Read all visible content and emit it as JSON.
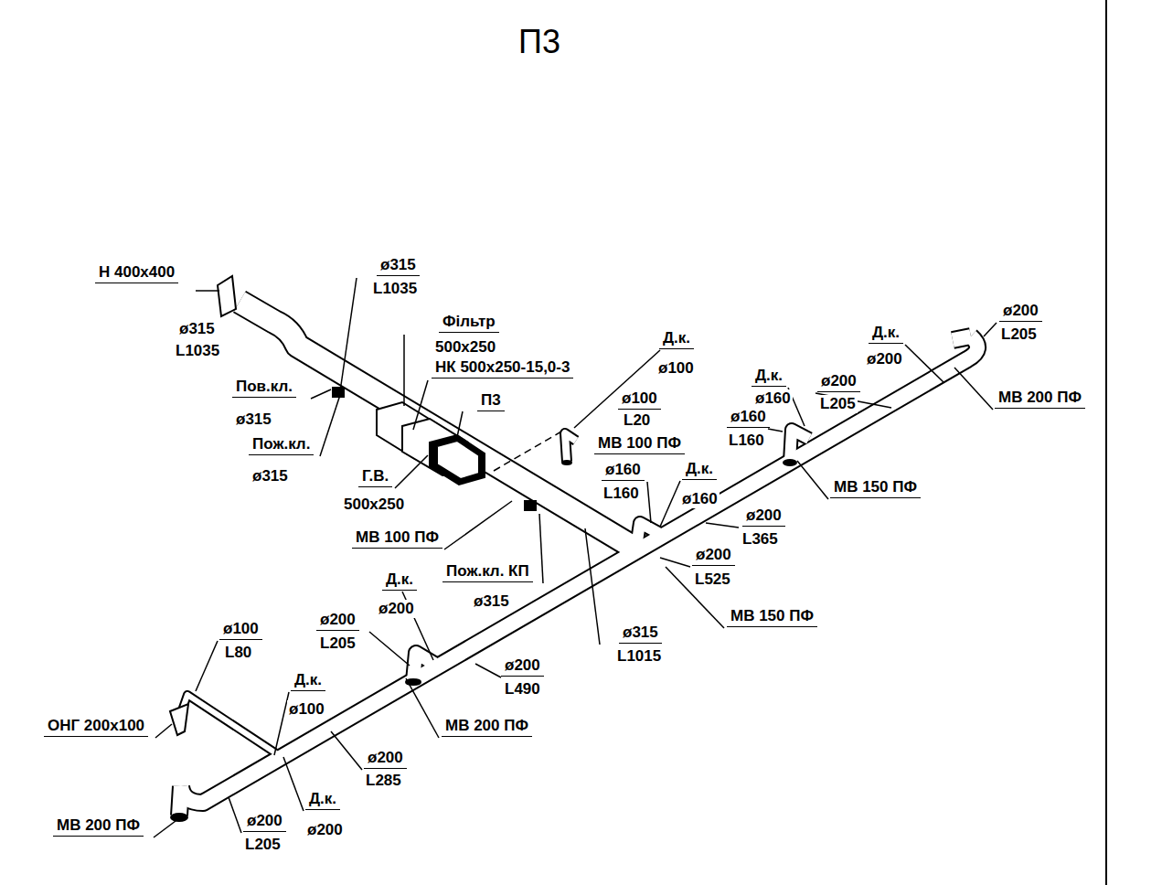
{
  "diagram": {
    "title": "П3",
    "labels": [
      "Н 400х400",
      "ø315",
      "L1035",
      "ø315",
      "L1035",
      "Фільтр",
      "500x250",
      "НК 500x250-15,0-3",
      "П3",
      "Д.к.",
      "ø100",
      "ø100",
      "L20",
      "МВ 100 ПФ",
      "Пов.кл.",
      "ø315",
      "Пож.кл.",
      "ø315",
      "Г.В.",
      "500х250",
      "МВ 100 ПФ",
      "Пож.кл. КП",
      "ø315",
      "ø160",
      "L160",
      "Д.к.",
      "ø160",
      "ø200",
      "L525",
      "ø200",
      "L365",
      "МВ 150 ПФ",
      "ø315",
      "L1015",
      "Д.к.",
      "ø160",
      "ø200",
      "L205",
      "ø160",
      "L160",
      "МВ 150 ПФ",
      "Д.к.",
      "ø200",
      "ø200",
      "L205",
      "МВ 200 ПФ",
      "ø100",
      "L80",
      "Д.к.",
      "ø200",
      "ø200",
      "L205",
      "ø200",
      "L490",
      "МВ 200 ПФ",
      "ОНГ 200х100",
      "Д.к.",
      "ø100",
      "ø200",
      "L285",
      "МВ 200 ПФ",
      "ø200",
      "L205",
      "Д.к.",
      "ø200"
    ]
  }
}
